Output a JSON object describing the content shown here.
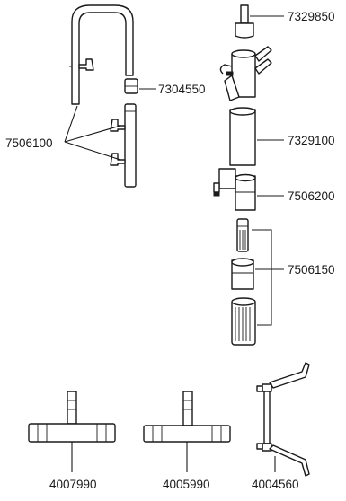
{
  "parts": [
    {
      "id": "p7329850",
      "number": "7329850"
    },
    {
      "id": "p7304550",
      "number": "7304550"
    },
    {
      "id": "p7506100",
      "number": "7506100"
    },
    {
      "id": "p7329100",
      "number": "7329100"
    },
    {
      "id": "p7506200",
      "number": "7506200"
    },
    {
      "id": "p7506150",
      "number": "7506150"
    },
    {
      "id": "p4007990",
      "number": "4007990"
    },
    {
      "id": "p4005990",
      "number": "4005990"
    },
    {
      "id": "p4004560",
      "number": "4004560"
    }
  ]
}
